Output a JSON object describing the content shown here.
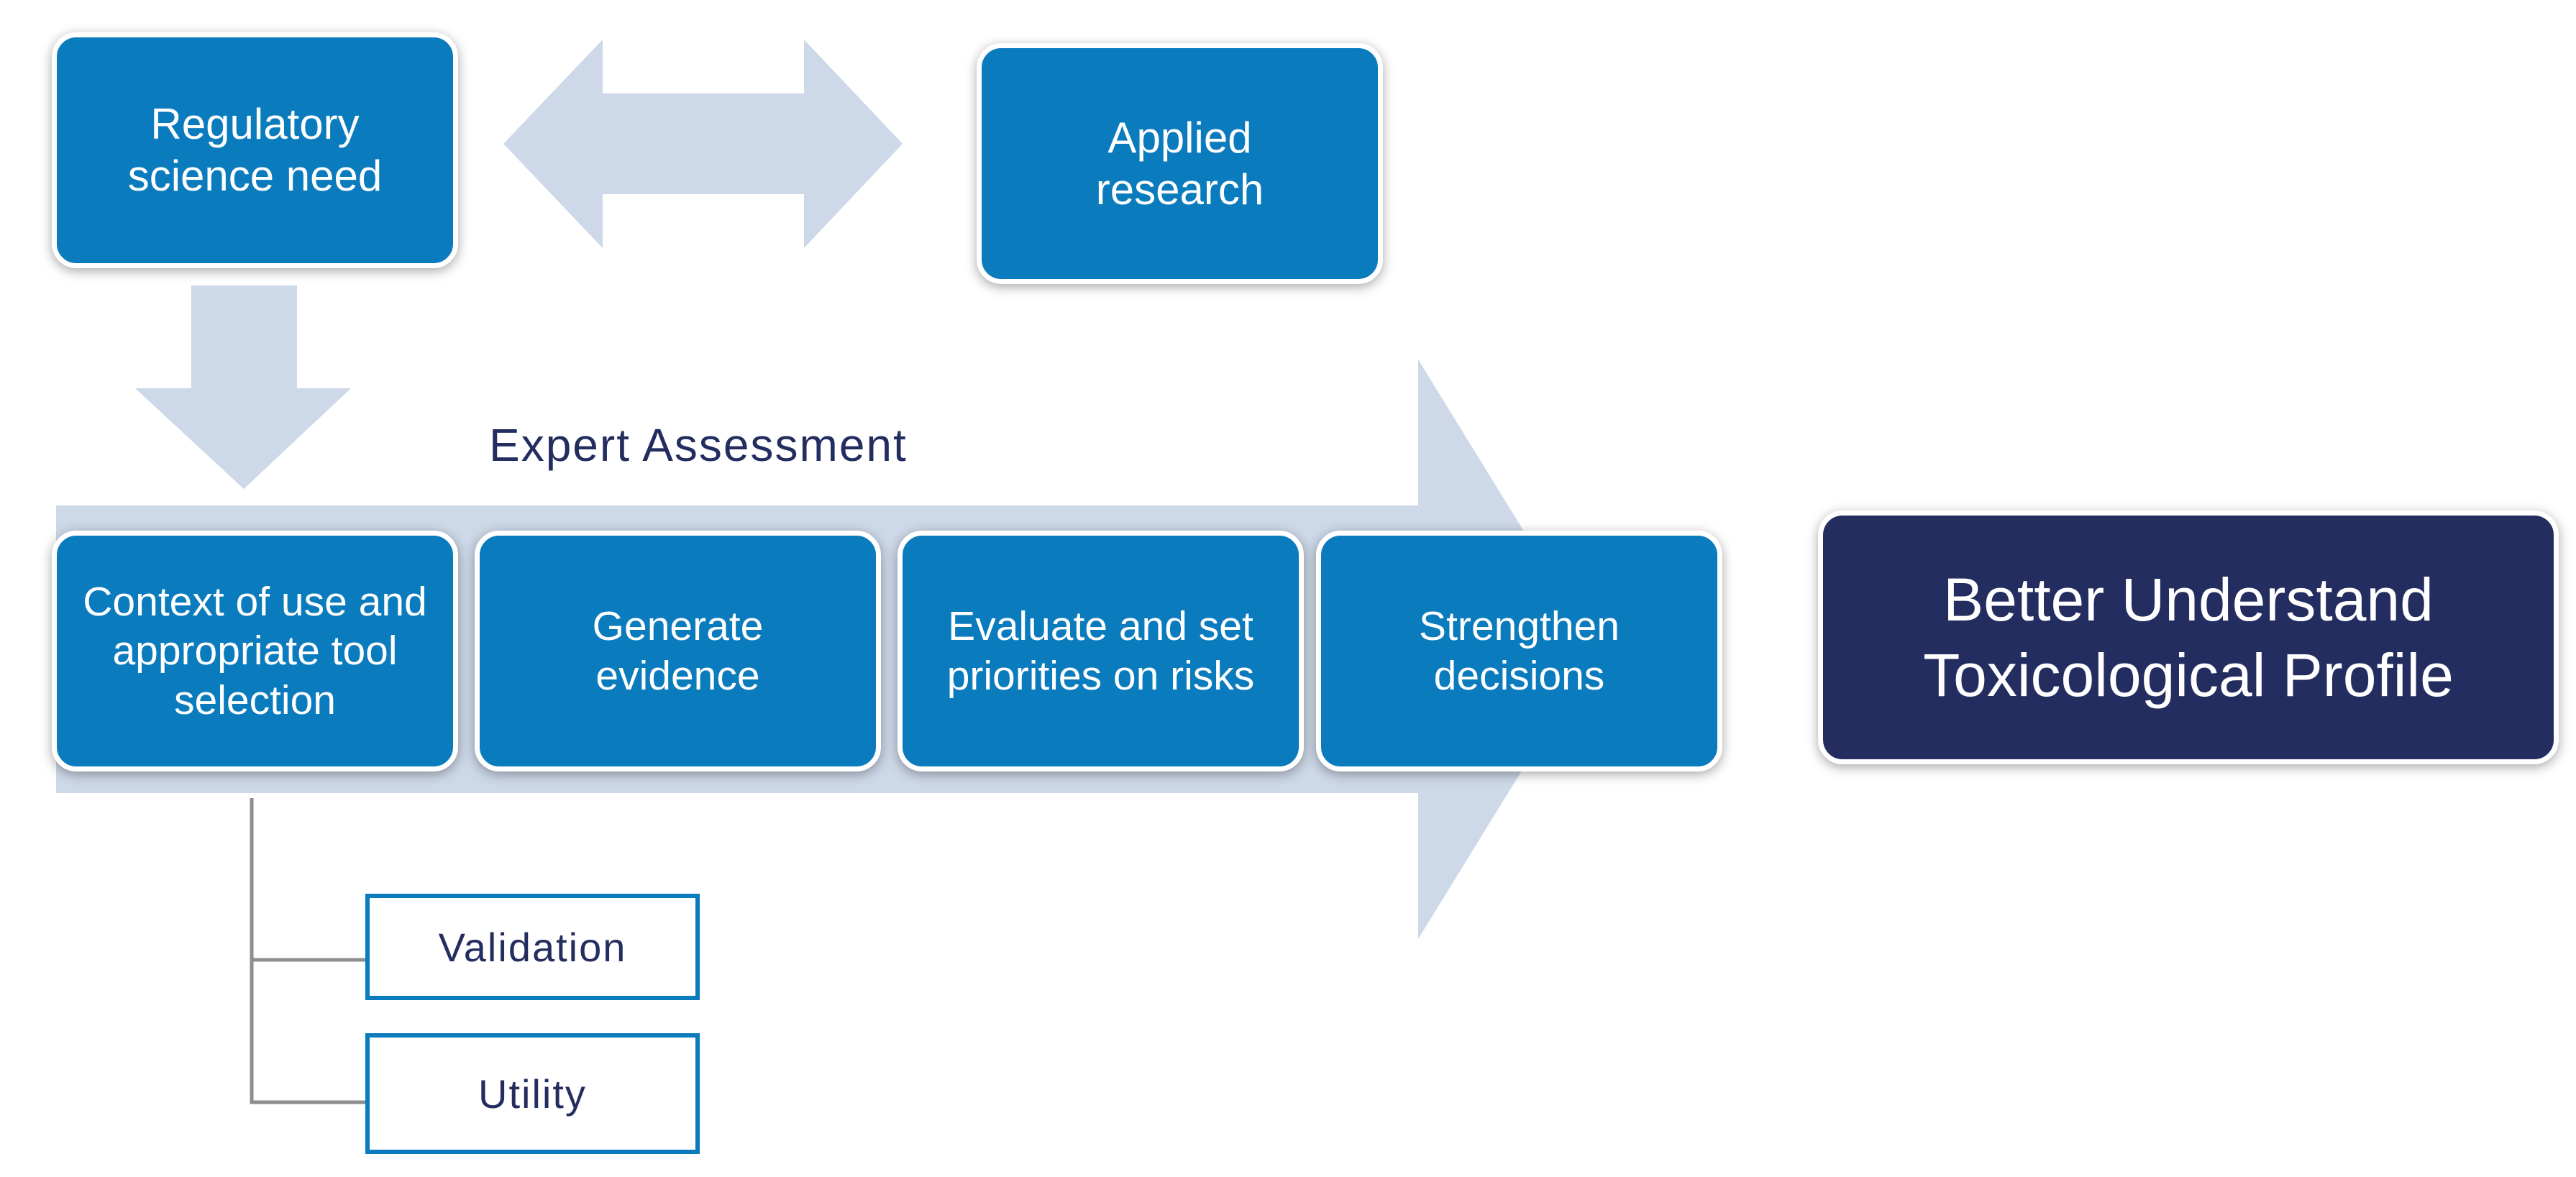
{
  "diagram": {
    "top": {
      "regulatory_need": "Regulatory science need",
      "applied_research": "Applied research"
    },
    "expert_assessment": "Expert Assessment",
    "steps": [
      "Context of use and appropriate tool selection",
      "Generate evidence",
      "Evaluate and set priorities on risks",
      "Strengthen decisions"
    ],
    "outcome": "Better Understand Toxicological Profile",
    "criteria": [
      "Validation",
      "Utility"
    ]
  },
  "colors": {
    "box_blue": "#0a7bbd",
    "outcome_navy": "#232d5f",
    "arrow_gray_blue": "#cdd8e8",
    "text_navy": "#232d5f"
  }
}
